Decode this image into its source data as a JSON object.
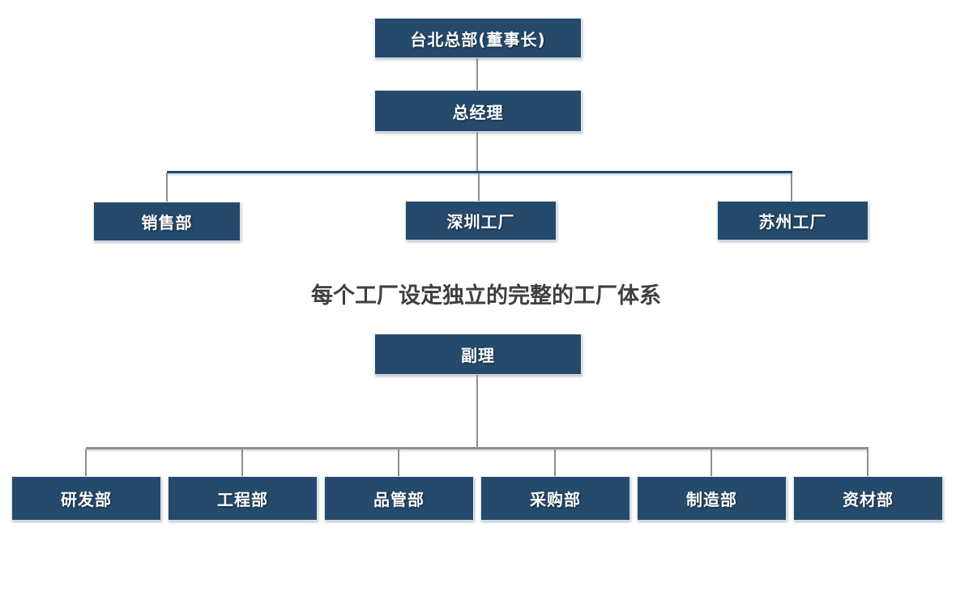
{
  "diagram": {
    "colors": {
      "background": "#ffffff",
      "node_fill": "#254a6c",
      "node_text": "#ffffff",
      "connector_gray": "#8f8f8f",
      "connector_navy": "#24486b",
      "caption_text": "#3f3f3f"
    },
    "top_chart": {
      "root": "台北总部(董事长)",
      "level2": "总经理",
      "level3": [
        "销售部",
        "深圳工厂",
        "苏州工厂"
      ]
    },
    "caption": "每个工厂设定独立的完整的工厂体系",
    "factory_chart": {
      "root": "副理",
      "departments": [
        "研发部",
        "工程部",
        "品管部",
        "采购部",
        "制造部",
        "资材部"
      ]
    }
  }
}
